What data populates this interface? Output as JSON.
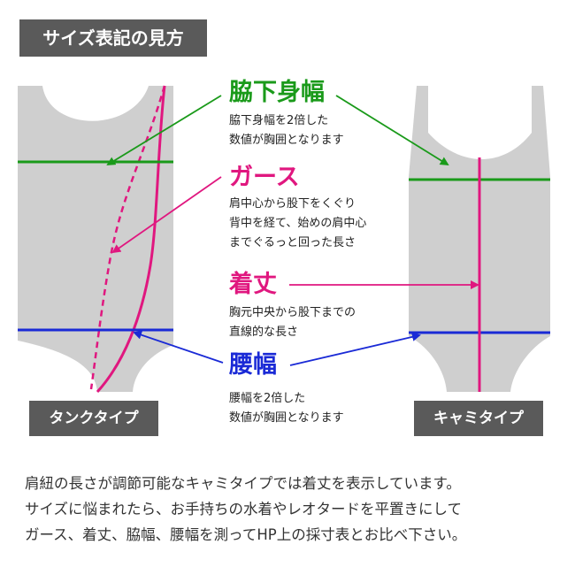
{
  "header": {
    "title": "サイズ表記の見方"
  },
  "colors": {
    "green": "#1a9a1a",
    "pink": "#e0177f",
    "blue": "#1a2ad6",
    "garment": "#cfcfcf",
    "badge": "#5a5a5a"
  },
  "terms": {
    "chest": {
      "label": "脇下身幅",
      "desc": [
        "脇下身幅を2倍した",
        "数値が胸囲となります"
      ]
    },
    "girth": {
      "label": "ガース",
      "desc": [
        "肩中心から股下をくぐり",
        "背中を経て、始めの肩中心",
        "までぐるっと回った長さ"
      ]
    },
    "length": {
      "label": "着丈",
      "desc": [
        "胸元中央から股下までの",
        "直線的な長さ"
      ]
    },
    "waist": {
      "label": "腰幅",
      "desc": [
        "腰幅を2倍した",
        "数値が胸囲となります"
      ]
    }
  },
  "types": {
    "tank": "タンクタイプ",
    "cami": "キャミタイプ"
  },
  "note": [
    "肩紐の長さが調節可能なキャミタイプでは着丈を表示しています。",
    "サイズに悩まれたら、お手持ちの水着やレオタードを平置きにして",
    "ガース、着丈、脇幅、腰幅を測ってHP上の採寸表とお比べ下さい。"
  ]
}
